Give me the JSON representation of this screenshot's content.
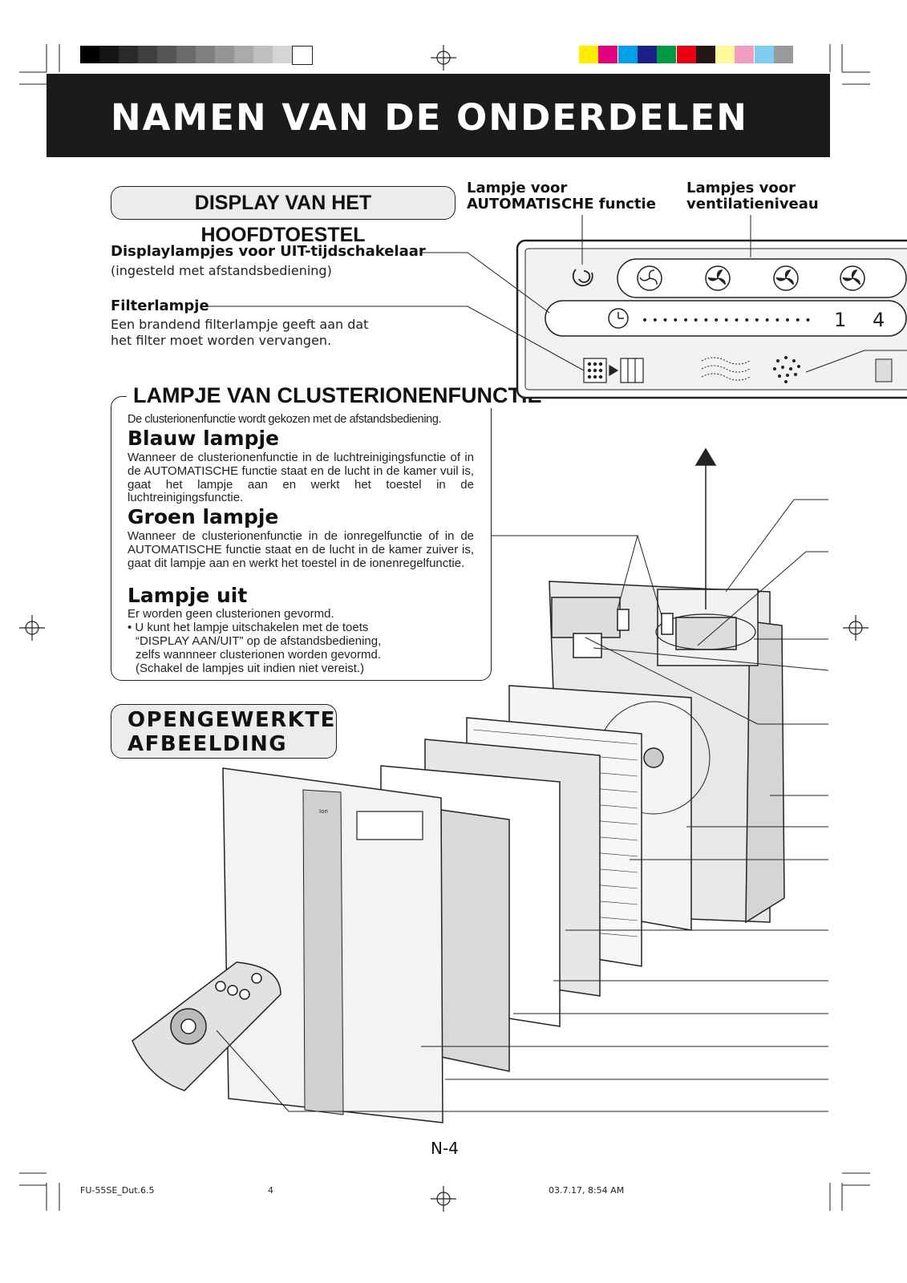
{
  "title": "NAMEN VAN DE ONDERDELEN",
  "sections": {
    "display": {
      "heading": "DISPLAY VAN HET HOOFDTOESTEL",
      "labels": {
        "auto_lamp_line1": "Lampje voor",
        "auto_lamp_line2": "AUTOMATISCHE functie",
        "fan_lamps_line1": "Lampjes voor",
        "fan_lamps_line2": "ventilatieniveau",
        "timer_lamps_title": "Displaylampjes voor UIT-tijdschakelaar",
        "timer_lamps_note": "(ingesteld met afstandsbediening)",
        "filter_lamp_title": "Filterlampje",
        "filter_lamp_line1": "Een brandend filterlampje geeft aan dat",
        "filter_lamp_line2": "het filter moet worden vervangen."
      },
      "panel": {
        "timer_dots": "• • • • • • • • • • • • • • • • •",
        "timer_num_1": "1",
        "timer_num_4": "4"
      }
    },
    "cluster": {
      "heading": "LAMPJE VAN CLUSTERIONENFUNCTIE",
      "intro": "De clusterionenfunctie wordt gekozen met de afstandsbediening.",
      "blue_title": "Blauw lampje",
      "blue_text": "Wanneer de clusterionenfunctie in de luchtreinigingsfunctie of in de AUTOMATISCHE functie staat en de lucht in de kamer vuil is, gaat het lampje aan en werkt het toestel in de luchtreinigingsfunctie.",
      "green_title": "Groen lampje",
      "green_text": "Wanneer de clusterionenfunctie in de ionregelfunctie of in de AUTOMATISCHE functie staat en de lucht in de kamer zuiver is, gaat dit lampje aan en werkt het toestel in de ionenregelfunctie.",
      "off_title": "Lampje uit",
      "off_text": "Er worden geen clusterionen gevormd.",
      "off_bullet_1": "• U kunt het lampje uitschakelen met de toets",
      "off_bullet_2": "“DISPLAY AAN/UIT” op de afstandsbediening,",
      "off_bullet_3": "zelfs wannneer clusterionen worden gevormd.",
      "off_bullet_4": "(Schakel de lampjes uit indien niet vereist.)"
    },
    "exploded": {
      "heading_line1": "OPENGEWERKTE",
      "heading_line2": "AFBEELDING",
      "front_logo": "Ion"
    }
  },
  "page_number": "N-4",
  "footer": {
    "file": "FU-55SE_Dut.6.5",
    "page": "4",
    "timestamp": "03.7.17, 8:54 AM"
  },
  "colors": {
    "gray_bar": [
      "#000000",
      "#151515",
      "#2a2a2a",
      "#3f3f3f",
      "#555555",
      "#6a6a6a",
      "#808080",
      "#959595",
      "#aaaaaa",
      "#c0c0c0",
      "#d5d5d5",
      "#ffffff"
    ],
    "color_bar": [
      "#ffec00",
      "#e4007f",
      "#00a0e9",
      "#1d2088",
      "#009944",
      "#e60012",
      "#231815",
      "#fff799",
      "#f19ec2",
      "#7ecef4",
      "#9a9a9a"
    ],
    "header_bg": "#1b1b1b"
  }
}
